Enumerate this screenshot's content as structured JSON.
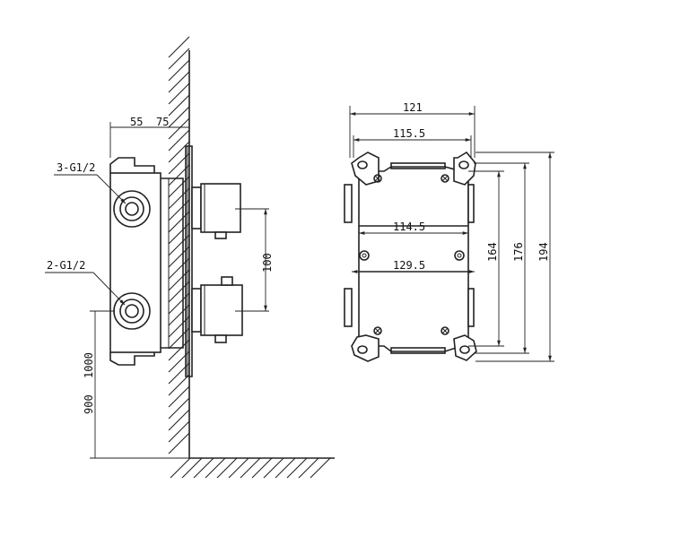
{
  "labels": {
    "side_top_a": "55",
    "side_top_b": "75",
    "side_port_upper": "3-G1/2",
    "side_port_lower": "2-G1/2",
    "side_spacing": "100",
    "side_height_a": "900",
    "side_height_b": "1000",
    "front_width_outer": "121",
    "front_width_inner": "115.5",
    "front_width_mid": "114.5",
    "front_width_lower": "129.5",
    "front_height_a": "164",
    "front_height_b": "176",
    "front_height_c": "194"
  }
}
